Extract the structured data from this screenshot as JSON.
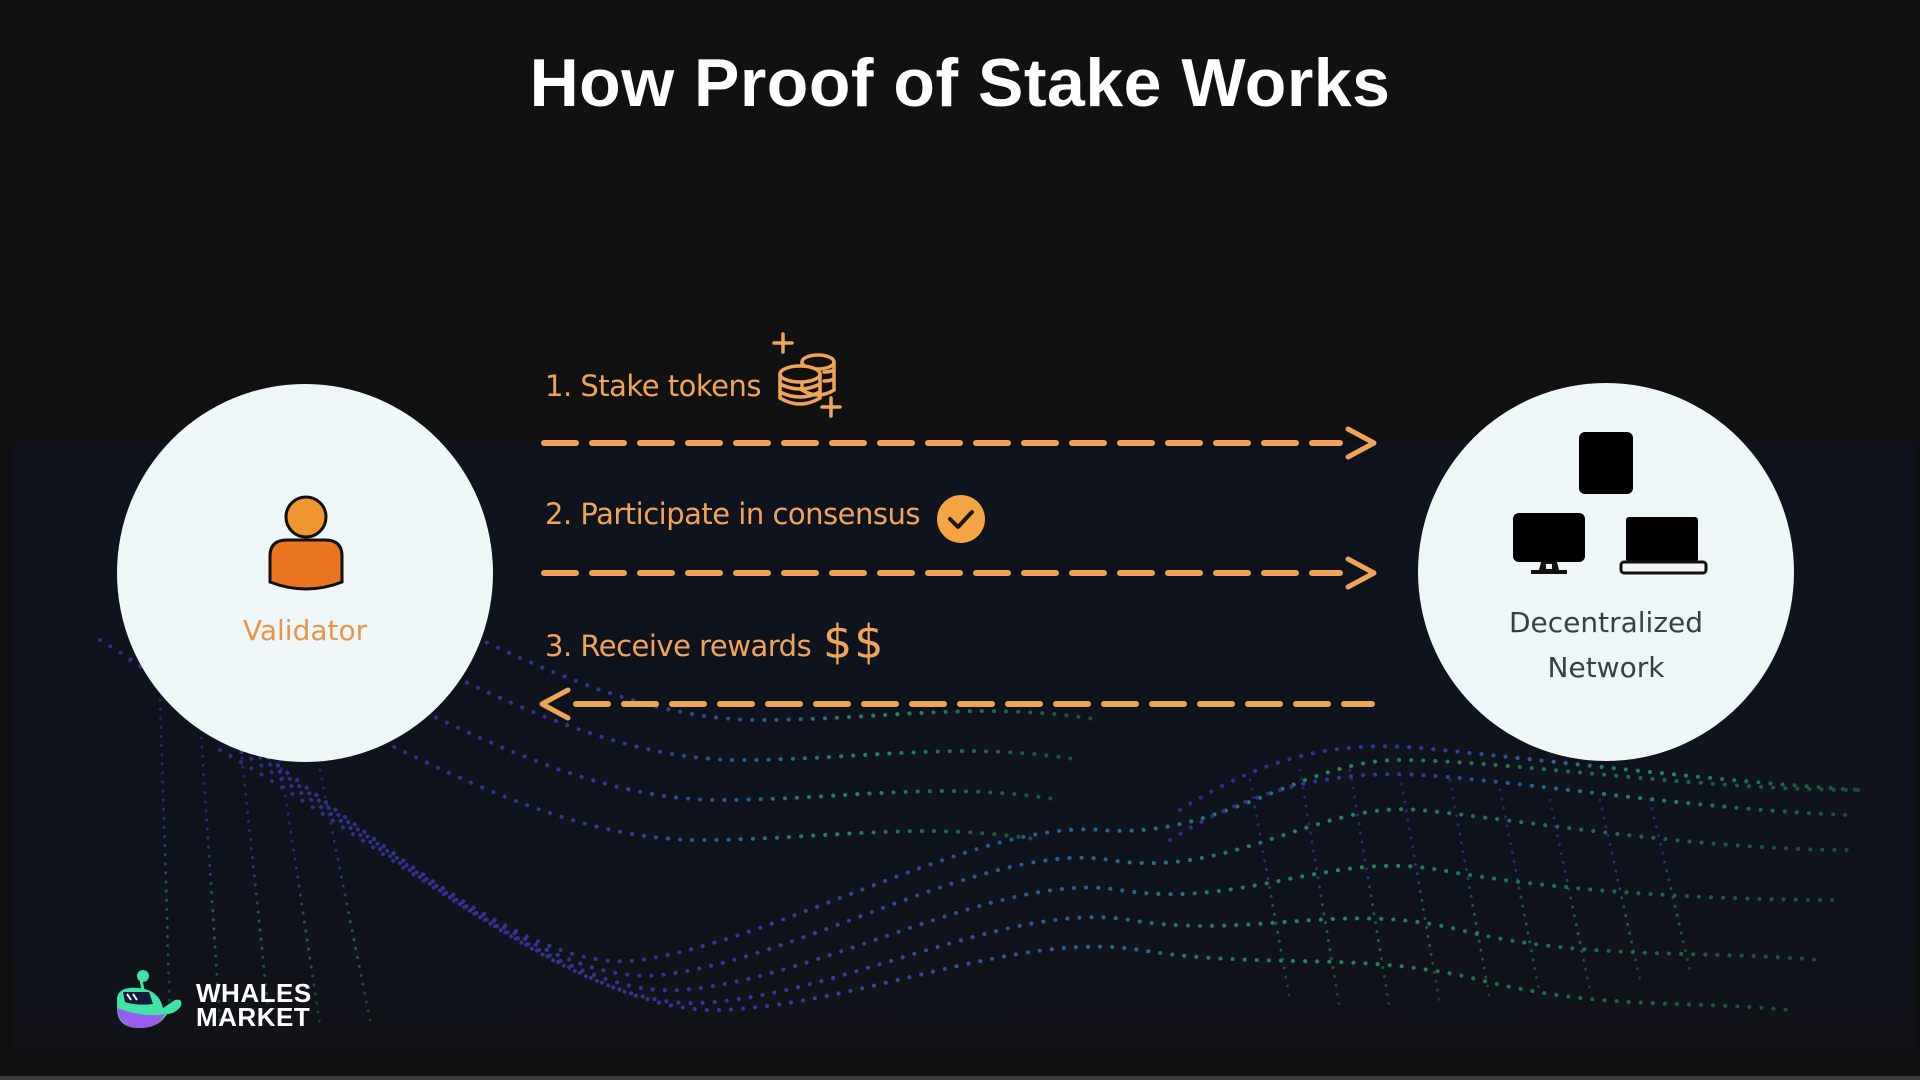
{
  "slide": {
    "title": "How Proof of Stake Works",
    "background_color": "#111111",
    "panel_color": "#0f131d"
  },
  "nodes": {
    "validator": {
      "label": "Validator",
      "icon": "person-icon",
      "label_color": "#e8944a"
    },
    "network": {
      "label_line1": "Decentralized",
      "label_line2": "Network",
      "icons": [
        "tablet-icon",
        "monitor-icon",
        "laptop-icon"
      ],
      "label_color": "#3a3f43"
    }
  },
  "steps": [
    {
      "label": "1. Stake tokens",
      "icon": "coins-icon",
      "direction": "validator-to-network"
    },
    {
      "label": "2. Participate in consensus",
      "icon": "check-circle-icon",
      "direction": "validator-to-network"
    },
    {
      "label": "3. Receive rewards",
      "icon": "dollar-icon",
      "icon_text": "$$",
      "direction": "network-to-validator"
    }
  ],
  "accent_color": "#f0a458",
  "logo": {
    "line1": "WHALES",
    "line2": "MARKET",
    "icon": "whale-icon"
  }
}
